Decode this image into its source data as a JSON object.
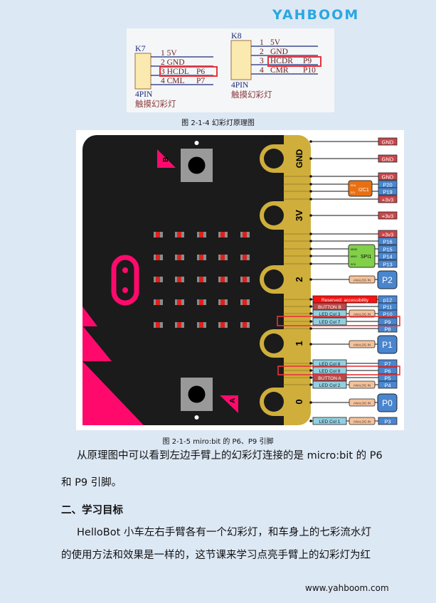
{
  "header": {
    "logo": "YAHBOOM"
  },
  "schematic": {
    "k7": {
      "name": "K7",
      "pins": [
        "1 5V",
        "2 GND",
        "3 HCDL",
        "4 CML"
      ],
      "pin_io": [
        "",
        "",
        "P6",
        "P7"
      ],
      "type": "4PIN",
      "desc": "触摸幻彩灯"
    },
    "k8": {
      "name": "K8",
      "pins": [
        "1",
        "2",
        "3",
        "4"
      ],
      "pin_names": [
        "5V",
        "GND",
        "HCDR",
        "CMR"
      ],
      "pin_io": [
        "",
        "",
        "P9",
        "P10"
      ],
      "type": "4PIN",
      "desc": "触摸幻彩灯"
    },
    "caption": "图 2-1-4 幻彩灯原理图"
  },
  "microbit": {
    "button_a": "A",
    "button_b": "B",
    "pads": [
      "GND",
      "3V",
      "2",
      "1",
      "0"
    ],
    "pins": [
      {
        "label": "GND",
        "kind": "pwr"
      },
      {
        "label": "GND",
        "kind": "pwr"
      },
      {
        "label": "GND",
        "kind": "pwr"
      },
      {
        "label": "P20",
        "kind": "io"
      },
      {
        "label": "P19",
        "kind": "io"
      },
      {
        "label": "+3v3",
        "kind": "pwr"
      },
      {
        "label": "+3v3",
        "kind": "pwr"
      },
      {
        "label": "+3v3",
        "kind": "pwr"
      },
      {
        "label": "P16",
        "kind": "io"
      },
      {
        "label": "P15",
        "kind": "io"
      },
      {
        "label": "P14",
        "kind": "io"
      },
      {
        "label": "P13",
        "kind": "io"
      },
      {
        "label": "P2",
        "kind": "big",
        "analog": "ANALOG IN"
      },
      {
        "label": "p12",
        "kind": "io",
        "func": "Reserved: accessibility",
        "fkind": "reserved"
      },
      {
        "label": "P11",
        "kind": "io",
        "func": "BUTTON B",
        "fkind": "button"
      },
      {
        "label": "P10",
        "kind": "io",
        "func": "LED Col 3",
        "fkind": "led",
        "analog": "ANALOG IN"
      },
      {
        "label": "P9",
        "kind": "io",
        "func": "LED Col 7",
        "fkind": "led"
      },
      {
        "label": "P8",
        "kind": "io"
      },
      {
        "label": "P1",
        "kind": "big",
        "analog": "ANALOG IN"
      },
      {
        "label": "P7",
        "kind": "io",
        "func": "LED Col 8",
        "fkind": "led"
      },
      {
        "label": "P6",
        "kind": "io",
        "func": "LED Col 9",
        "fkind": "led"
      },
      {
        "label": "P5",
        "kind": "io",
        "func": "BUTTON A",
        "fkind": "button"
      },
      {
        "label": "P4",
        "kind": "io",
        "func": "LED Col 2",
        "fkind": "led",
        "analog": "ANALOG IN"
      },
      {
        "label": "P0",
        "kind": "big",
        "analog": "ANALOG IN"
      },
      {
        "label": "P3",
        "kind": "io",
        "func": "LED Col 1",
        "fkind": "led",
        "analog": "ANALOG IN"
      }
    ],
    "i2c": {
      "name": "I2C1",
      "sda": "SDA",
      "scl": "SCL"
    },
    "spi": {
      "name": "SPI1",
      "mosi": "MOSI",
      "miso": "MISO",
      "sck": "SCK"
    },
    "caption": "图 2-1-5 miro:bit 的 P6、P9 引脚"
  },
  "colors": {
    "pwr": "#c9464b",
    "io": "#4a86cf",
    "led": "#93d0df",
    "button": "#b84a4a",
    "reserved": "#ff1010",
    "analog": "#f6c29a",
    "gold": "#cfae3b",
    "board": "#1b1b1b",
    "pink": "#ff0a6c",
    "highlight": "#e8333a"
  },
  "body": {
    "p1_line1": "从原理图中可以看到左边手臂上的幻彩灯连接的是 micro:bit 的 P6",
    "p1_line2": "和 P9 引脚。",
    "heading": "二、学习目标",
    "p2_line1": "HelloBot 小车左右手臂各有一个幻彩灯，和车身上的七彩流水灯",
    "p2_line2": "的使用方法和效果是一样的，这节课来学习点亮手臂上的幻彩灯为红"
  },
  "footer": {
    "url": "www.yahboom.com"
  }
}
